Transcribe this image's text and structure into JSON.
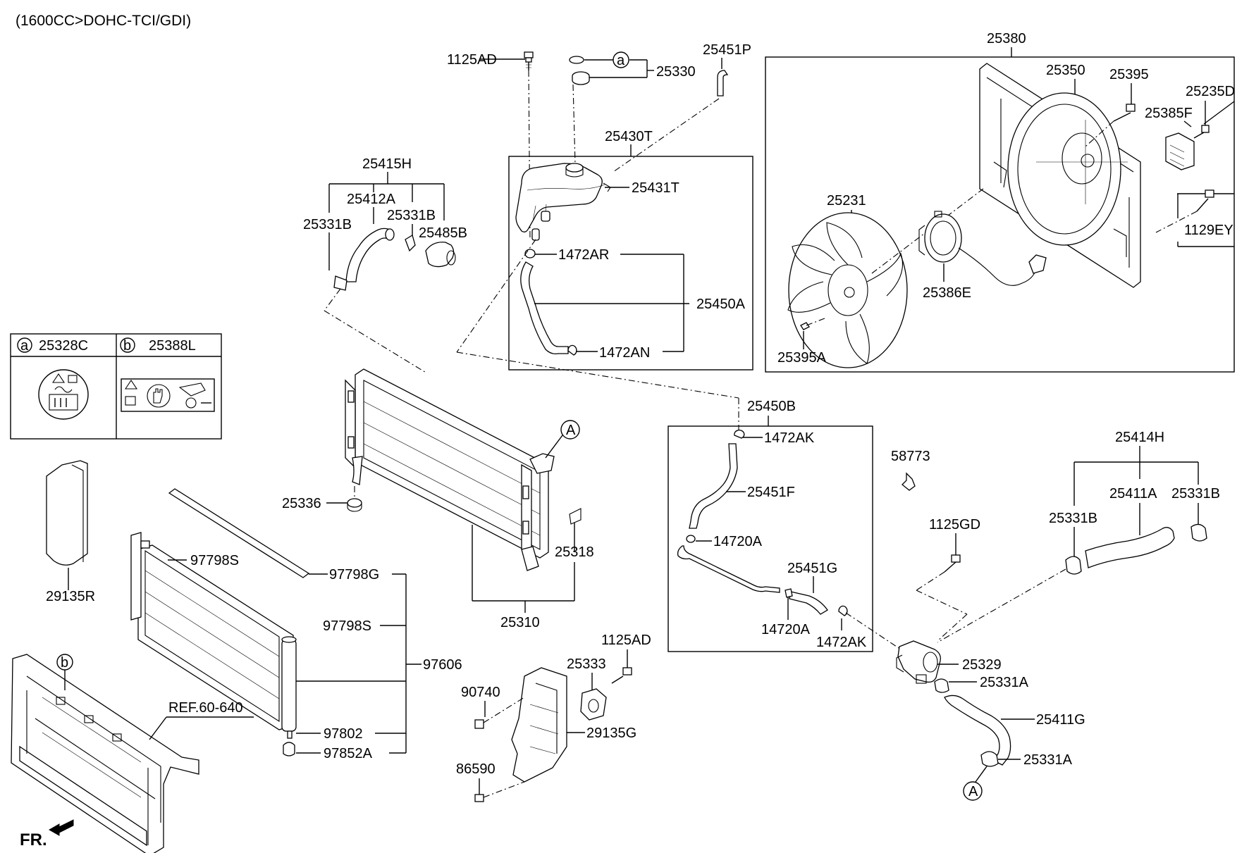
{
  "diagram": {
    "engine_caption": "(1600CC>DOHC-TCI/GDI)",
    "front_marker": "FR.",
    "ref_note": "REF.60-640",
    "legend": {
      "a_symbol": "a",
      "a_part": "25328C",
      "b_symbol": "b",
      "b_part": "25388L"
    },
    "callouts": {
      "circle_a": "a",
      "circle_b": "b",
      "circle_A1": "A",
      "circle_A2": "A"
    },
    "labels": {
      "p1125AD_top": "1125AD",
      "p25330": "25330",
      "p25451P": "25451P",
      "p25430T": "25430T",
      "p25431T": "25431T",
      "p1472AR": "1472AR",
      "p25450A": "25450A",
      "p1472AN": "1472AN",
      "p25415H": "25415H",
      "p25412A": "25412A",
      "p25331B_left": "25331B",
      "p25331B_mid": "25331B",
      "p25485B": "25485B",
      "p25380": "25380",
      "p25350": "25350",
      "p25395": "25395",
      "p25235D": "25235D",
      "p25385F": "25385F",
      "p25231": "25231",
      "p1129EY": "1129EY",
      "p25386E": "25386E",
      "p25395A": "25395A",
      "p25336": "25336",
      "p25318": "25318",
      "p25310": "25310",
      "p29135R": "29135R",
      "p97798S_top": "97798S",
      "p97798G": "97798G",
      "p97798S_mid": "97798S",
      "p97606": "97606",
      "p97802": "97802",
      "p97852A": "97852A",
      "p25450B": "25450B",
      "p1472AK_top": "1472AK",
      "p25451F": "25451F",
      "p14720A_top": "14720A",
      "p25451G": "25451G",
      "p14720A_bot": "14720A",
      "p1472AK_bot": "1472AK",
      "p58773": "58773",
      "p1125GD": "1125GD",
      "p25414H": "25414H",
      "p25331B_r1": "25331B",
      "p25411A": "25411A",
      "p25331B_r2": "25331B",
      "p25329": "25329",
      "p25331A_top": "25331A",
      "p25411G": "25411G",
      "p25331A_bot": "25331A",
      "p1125AD_mid": "1125AD",
      "p25333": "25333",
      "p90740": "90740",
      "p29135G": "29135G",
      "p86590": "86590"
    }
  }
}
